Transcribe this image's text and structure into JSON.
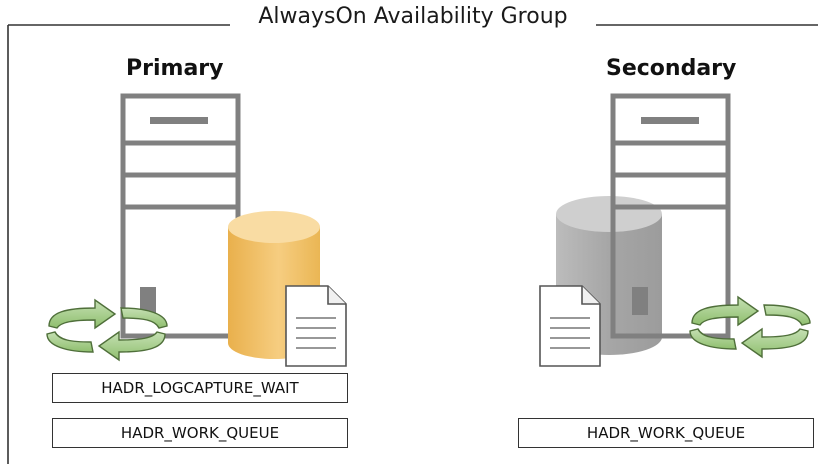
{
  "availability_group": {
    "title": "AlwaysOn Availability Group"
  },
  "primary": {
    "label": "Primary",
    "database_color": "#f2c26d",
    "wait_types": [
      "HADR_LOGCAPTURE_WAIT",
      "HADR_WORK_QUEUE"
    ]
  },
  "secondary": {
    "label": "Secondary",
    "database_color": "#bdbdbd",
    "wait_types": [
      "HADR_WORK_QUEUE"
    ]
  },
  "icons": {
    "server": "server-icon",
    "database": "database-cylinder-icon",
    "log_file": "document-icon",
    "sync": "sync-arrows-icon"
  },
  "colors": {
    "server_stroke": "#808080",
    "sync_arrow": "#a9d18e",
    "frame": "#333333"
  }
}
